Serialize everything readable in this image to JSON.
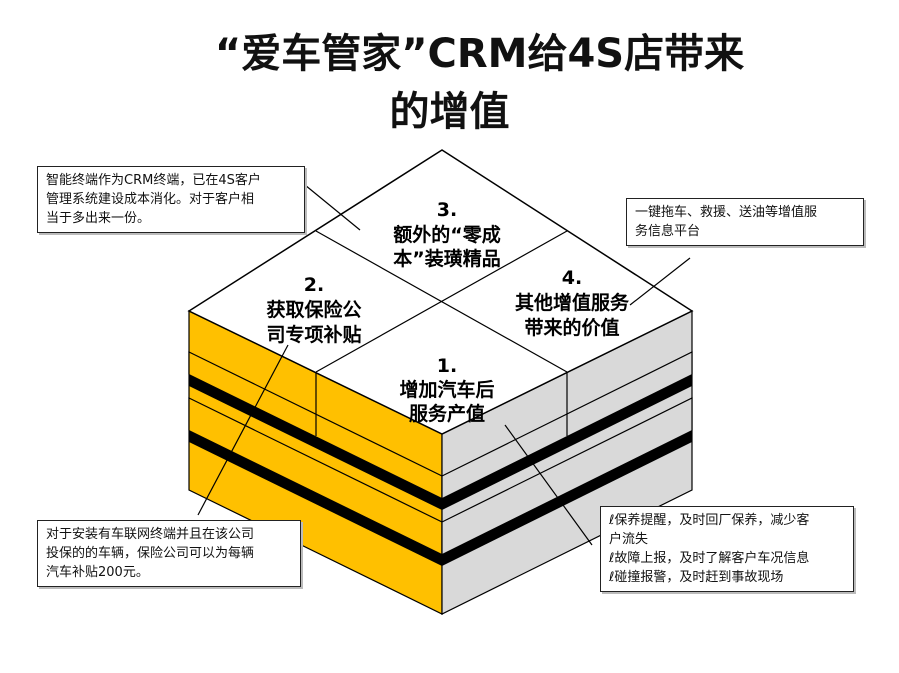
{
  "title": {
    "line1": "“爱车管家”CRM给4S店带来",
    "line2": "的增值"
  },
  "tiles": [
    {
      "number": "1.",
      "lines": [
        "增加汽车后",
        "服务产值"
      ]
    },
    {
      "number": "2.",
      "lines": [
        "获取保险公",
        "司专项补贴"
      ]
    },
    {
      "number": "3.",
      "lines": [
        "额外的“零成",
        "本”装璜精品"
      ]
    },
    {
      "number": "4.",
      "lines": [
        "其他增值服务",
        "带来的价值"
      ]
    }
  ],
  "notes": {
    "top_left": [
      "智能终端作为CRM终端，已在4S客户",
      "管理系统建设成本消化。对于客户相",
      "当于多出来一份。"
    ],
    "top_right": [
      "一键拖车、救援、送油等增值服",
      "务信息平台"
    ],
    "bottom_left": [
      "对于安装有车联网终端并且在该公司",
      "投保的的车辆，保险公司可以为每辆",
      "汽车补贴200元。"
    ],
    "bottom_right": [
      "ℓ保养提醒，及时回厂保养，减少客",
      "户流失",
      "ℓ故障上报，及时了解客户车况信息",
      "ℓ碰撞报警，及时赶到事故现场"
    ]
  },
  "colors": {
    "left_face": "#FFC000",
    "right_face": "#D9D9D9",
    "top_face": "#FFFFFF",
    "separator": "#000000",
    "outline": "#000000"
  }
}
